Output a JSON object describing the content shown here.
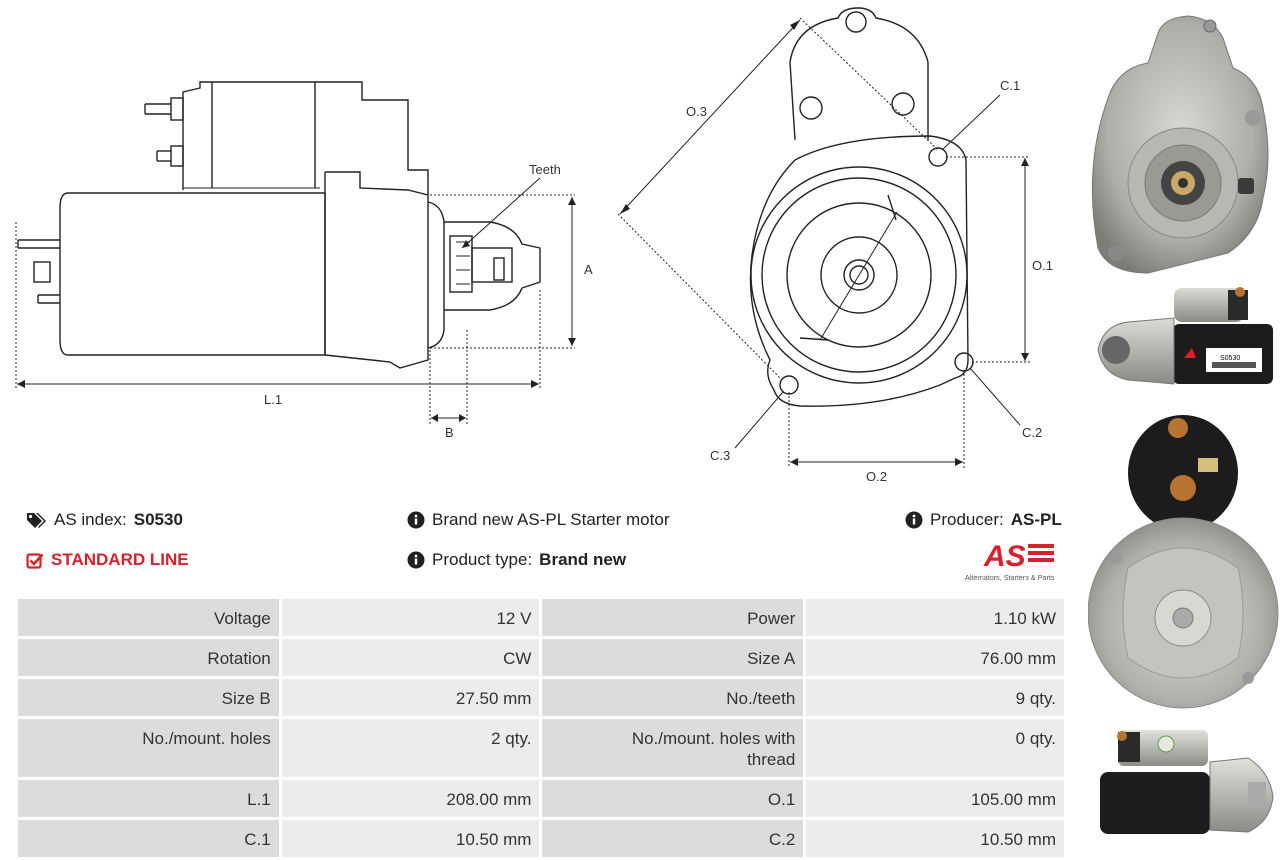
{
  "diagram": {
    "labels": {
      "teeth": "Teeth",
      "a": "A",
      "b": "B",
      "l1": "L.1",
      "o1": "O.1",
      "o2": "O.2",
      "o3": "O.3",
      "c1": "C.1",
      "c2": "C.2",
      "c3": "C.3"
    }
  },
  "info": {
    "index_label": "AS index:",
    "index_value": "S0530",
    "standard_line": "STANDARD LINE",
    "description": "Brand new AS-PL Starter motor",
    "product_type_label": "Product type:",
    "product_type_value": "Brand new",
    "producer_label": "Producer:",
    "producer_value": "AS-PL"
  },
  "logo": {
    "mark": "AS",
    "tagline": "Alternators, Starters & Parts"
  },
  "photos": {
    "label_text": "S0530"
  },
  "specs": {
    "rows": [
      [
        {
          "label": "Voltage",
          "value": "12 V"
        },
        {
          "label": "Power",
          "value": "1.10 kW"
        }
      ],
      [
        {
          "label": "Rotation",
          "value": "CW"
        },
        {
          "label": "Size A",
          "value": "76.00 mm"
        }
      ],
      [
        {
          "label": "Size B",
          "value": "27.50 mm"
        },
        {
          "label": "No./teeth",
          "value": "9 qty."
        }
      ],
      [
        {
          "label": "No./mount. holes",
          "value": "2 qty."
        },
        {
          "label": "No./mount. holes with thread",
          "value": "0 qty."
        }
      ],
      [
        {
          "label": "L.1",
          "value": "208.00 mm"
        },
        {
          "label": "O.1",
          "value": "105.00 mm"
        }
      ],
      [
        {
          "label": "C.1",
          "value": "10.50 mm"
        },
        {
          "label": "C.2",
          "value": "10.50 mm"
        }
      ]
    ]
  },
  "colors": {
    "accent_red": "#d7212b",
    "table_label_bg": "#dcdcdc",
    "table_value_bg": "#ececec"
  }
}
